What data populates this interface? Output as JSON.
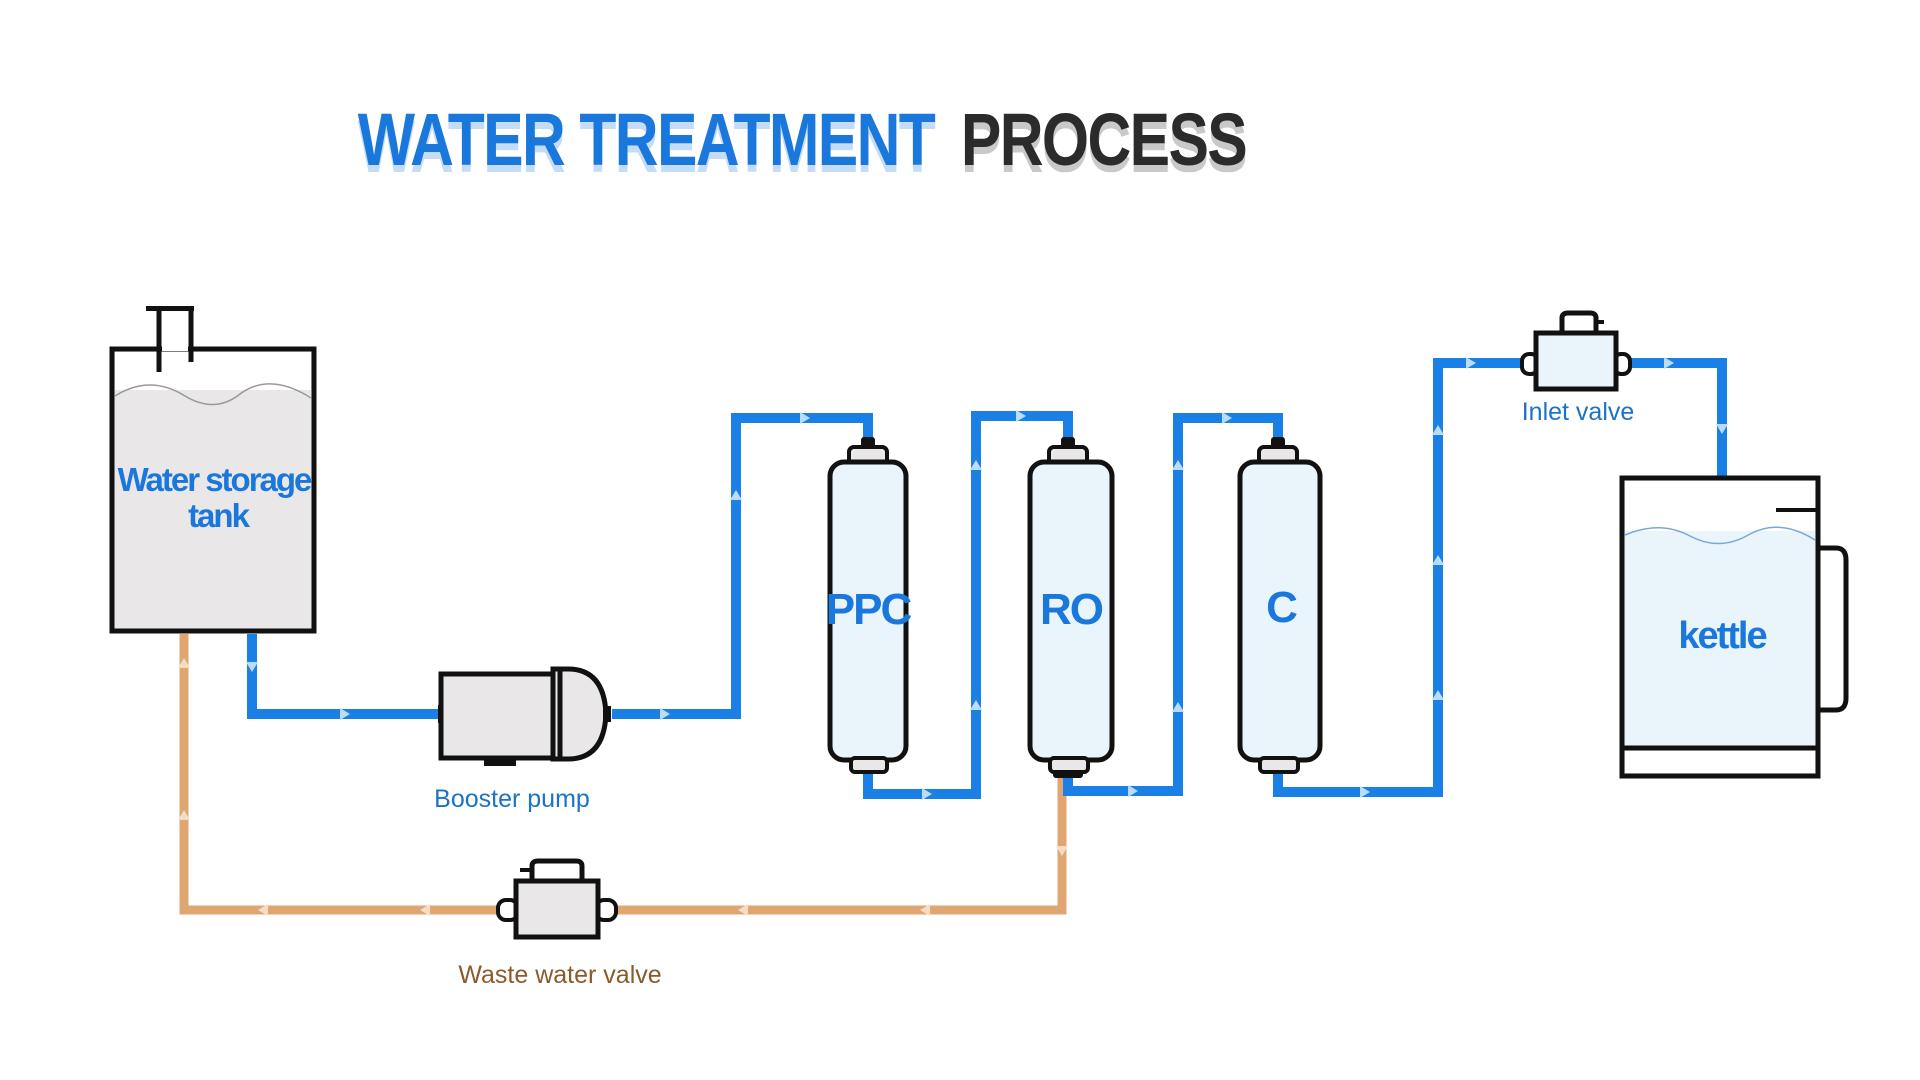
{
  "title": {
    "part1": "WATER TREATMENT",
    "part2": "PROCESS"
  },
  "components": {
    "tank_line1": "Water storage",
    "tank_line2": "tank",
    "booster_pump": "Booster pump",
    "ppc": "PPC",
    "ro": "RO",
    "c": "C",
    "inlet_valve": "Inlet valve",
    "kettle": "kettle",
    "waste_valve": "Waste water valve"
  },
  "colors": {
    "pipe_clean": "#1a80e5",
    "pipe_waste": "#e0a672",
    "title_blue": "#1a78dc",
    "title_dark": "#2b2b2b",
    "label_blue": "#1a73c6",
    "label_brown": "#8a5a2b",
    "tank_fill": "#e9e7e8",
    "filter_fill": "#eaf4fb"
  }
}
